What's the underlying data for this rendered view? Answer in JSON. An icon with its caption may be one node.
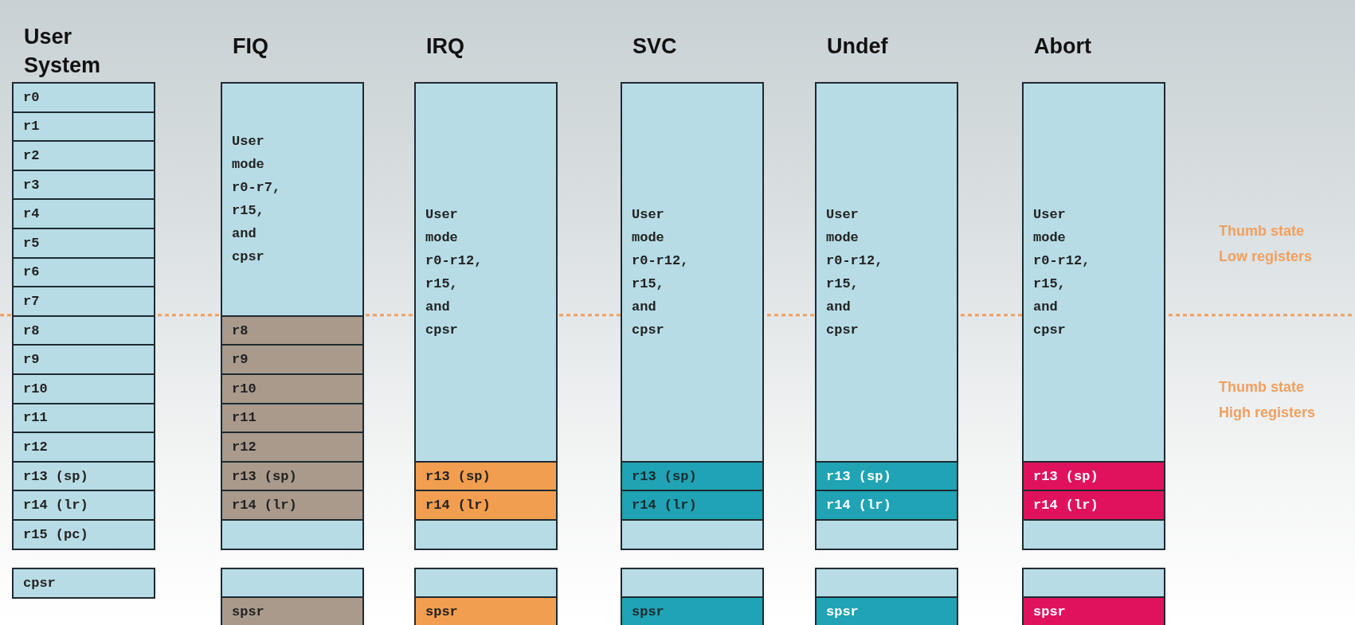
{
  "diagram": {
    "nodes": [
      {
        "text": [
          "r0"
        ]
      },
      {
        "text": [
          "r1"
        ]
      },
      {
        "text": [
          "r2"
        ]
      },
      {
        "text": [
          "r3"
        ]
      },
      {
        "text": [
          "r4"
        ]
      },
      {
        "text": [
          "r5"
        ]
      },
      {
        "text": [
          "r6"
        ]
      },
      {
        "text": [
          "r7"
        ]
      },
      {
        "text": [
          "r8"
        ]
      },
      {
        "text": [
          "r9"
        ]
      },
      {
        "text": [
          "r10"
        ]
      },
      {
        "text": [
          "r11"
        ]
      },
      {
        "text": [
          "r12"
        ]
      },
      {
        "text": [
          "r13 (sp)"
        ]
      },
      {
        "text": [
          "r14 (lr)"
        ]
      },
      {
        "text": [
          "r15 (pc)"
        ]
      },
      {
        "text": [
          "cpsr"
        ]
      },
      {
        "text": [
          "User mode r0-r7, r15, and cpsr"
        ]
      },
      {
        "text": [
          "r8"
        ]
      },
      {
        "text": [
          "r9"
        ]
      },
      {
        "text": [
          "r10"
        ]
      },
      {
        "text": [
          "r11"
        ]
      },
      {
        "text": [
          "r12"
        ]
      },
      {
        "text": [
          "r13 (sp)"
        ]
      },
      {
        "text": [
          "r14 (lr)"
        ]
      },
      {
        "text": [],
        "shape": "box"
      },
      {
        "text": [],
        "shape": "box"
      },
      {
        "text": [
          "spsr"
        ]
      },
      {
        "text": [
          "User mode r0-r12, r15, and cpsr"
        ]
      },
      {
        "text": [
          "r13 (sp)"
        ]
      },
      {
        "text": [
          "r14 (lr)"
        ]
      },
      {
        "text": [],
        "shape": "box"
      },
      {
        "text": [],
        "shape": "box"
      },
      {
        "text": [
          "spsr"
        ]
      },
      {
        "text": [
          "User mode r0-r12, r15, and cpsr"
        ]
      },
      {
        "text": [
          "r13 (sp)"
        ]
      },
      {
        "text": [
          "r14 (lr)"
        ]
      },
      {
        "text": [],
        "shape": "box"
      },
      {
        "text": [],
        "shape": "box"
      },
      {
        "text": [
          "spsr"
        ]
      },
      {
        "text": [
          "User mode r0-r12, r15, and cpsr"
        ]
      },
      {
        "text": [
          "r13 (sp)"
        ]
      },
      {
        "text": [
          "r14 (lr)"
        ]
      },
      {
        "text": [],
        "shape": "box"
      },
      {
        "text": [],
        "shape": "box"
      },
      {
        "text": [
          "spsr"
        ]
      },
      {
        "text": [
          "User mode r0-r12, r15, and cpsr"
        ]
      },
      {
        "text": [
          "r13 (sp)"
        ]
      },
      {
        "text": [
          "r14 (lr)"
        ]
      },
      {
        "text": [],
        "shape": "box"
      },
      {
        "text": [],
        "shape": "box"
      },
      {
        "text": [
          "spsr"
        ]
      }
    ],
    "labels": [
      "User System",
      "FIQ",
      "IRQ",
      "SVC",
      "Undef",
      "Abort",
      "Thumb state Low registers",
      "Thumb state High registers"
    ]
  }
}
